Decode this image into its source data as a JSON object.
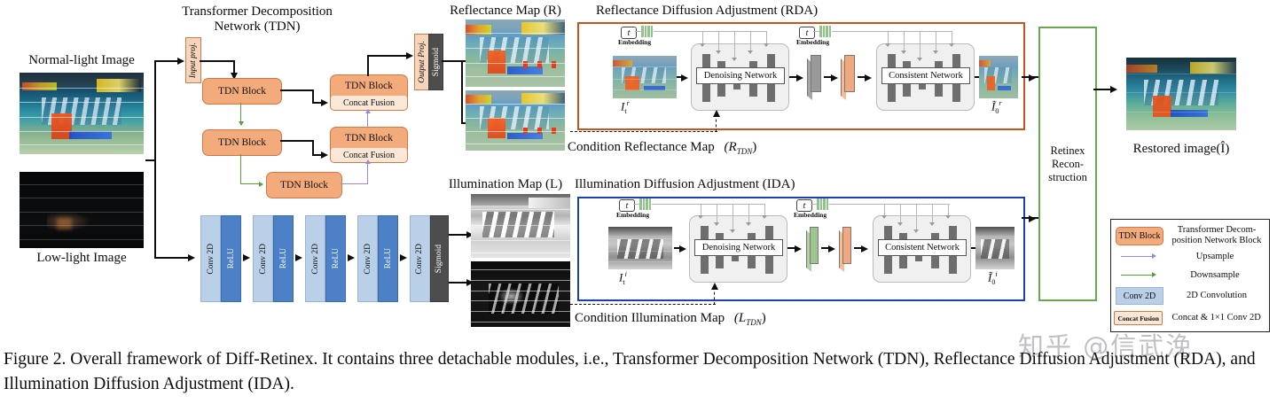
{
  "figure": {
    "caption": "Figure 2. Overall framework of Diff-Retinex. It contains three detachable modules, i.e., Transformer Decomposition Network (TDN), Reflectance Diffusion Adjustment (RDA), and Illumination Diffusion Adjustment (IDA).",
    "watermark": "知乎 @信武浼"
  },
  "inputs": {
    "normal_light_label": "Normal-light Image",
    "low_light_label": "Low-light Image"
  },
  "tdn": {
    "title_line1": "Transformer Decomposition",
    "title_line2": "Network (TDN)",
    "input_proj": "Input proj.",
    "output_proj": "Output Proj.",
    "sigmoid": "Sigmoid",
    "block_label": "TDN Block",
    "concat_label": "Concat Fusion",
    "blocks": [
      {
        "label": "TDN Block"
      },
      {
        "label": "TDN Block"
      },
      {
        "label": "TDN Block"
      },
      {
        "label": "TDN Block"
      },
      {
        "label": "TDN Block"
      }
    ],
    "conv_stack": [
      {
        "conv": "Conv 2D",
        "act": "ReLU"
      },
      {
        "conv": "Conv 2D",
        "act": "ReLU"
      },
      {
        "conv": "Conv 2D",
        "act": "ReLU"
      },
      {
        "conv": "Conv 2D",
        "act": "ReLU"
      },
      {
        "conv": "Conv 2D",
        "act": "Sigmoid"
      }
    ]
  },
  "maps": {
    "reflectance_title": "Reflectance Map (R)",
    "illumination_title": "Illumination Map (L)"
  },
  "rda": {
    "title": "Reflectance Diffusion Adjustment (RDA)",
    "input_symbol": "I",
    "input_sub": "t",
    "input_sup": "r",
    "output_symbol": "Ĩ",
    "output_sub": "0",
    "output_sup": "r",
    "t_label": "t",
    "embedding_label": "Embedding",
    "denoising_label": "Denoising Network",
    "consistent_label": "Consistent Network",
    "condition_label": "Condition Reflectance Map",
    "condition_symbol": "(R",
    "condition_sub": "TDN",
    "condition_close": ")",
    "plate1_color": "#9a9a9a",
    "plate2_color": "#f0a87c",
    "border_color": "#c5551a"
  },
  "ida": {
    "title": "Illumination Diffusion Adjustment (IDA)",
    "input_symbol": "I",
    "input_sub": "t",
    "input_sup": "i",
    "output_symbol": "Ĩ",
    "output_sub": "0",
    "output_sup": "i",
    "t_label": "t",
    "embedding_label": "Embedding",
    "denoising_label": "Denoising Network",
    "consistent_label": "Consistent Network",
    "condition_label": "Condition Illumination Map",
    "condition_symbol": "(L",
    "condition_sub": "TDN",
    "condition_close": ")",
    "plate1_color": "#9ec48f",
    "plate2_color": "#f0a87c",
    "border_color": "#1f3fa8"
  },
  "retinex": {
    "line1": "Retinex",
    "line2": "Recon-",
    "line3": "struction",
    "border_color": "#6aa84f"
  },
  "output": {
    "restored_label": "Restored image(Î)"
  },
  "legend": {
    "rows": [
      {
        "chip": "TDN Block",
        "text_line1": "Transformer Decom-",
        "text_line2": "position Network Block"
      },
      {
        "chip": "",
        "text_line1": "Upsample",
        "text_line2": "",
        "arrow_color": "#9b87d6"
      },
      {
        "chip": "",
        "text_line1": "Downsample",
        "text_line2": "",
        "arrow_color": "#5a9e3d"
      },
      {
        "chip": "Conv 2D",
        "text_line1": "2D Convolution",
        "text_line2": ""
      },
      {
        "chip": "Concat Fusion",
        "text_line1": "Concat & 1×1 Conv 2D",
        "text_line2": ""
      }
    ]
  },
  "colors": {
    "tdn_block": "#f3ab7c",
    "concat_fusion": "#fbe7d6",
    "conv_light": "#b9d0e8",
    "conv_dark": "#4c81c8",
    "upsample_arrow": "#9b87d6",
    "downsample_arrow": "#5a9e3d",
    "rda_border": "#c5551a",
    "ida_border": "#1f3fa8",
    "retinex_border": "#6aa84f"
  }
}
